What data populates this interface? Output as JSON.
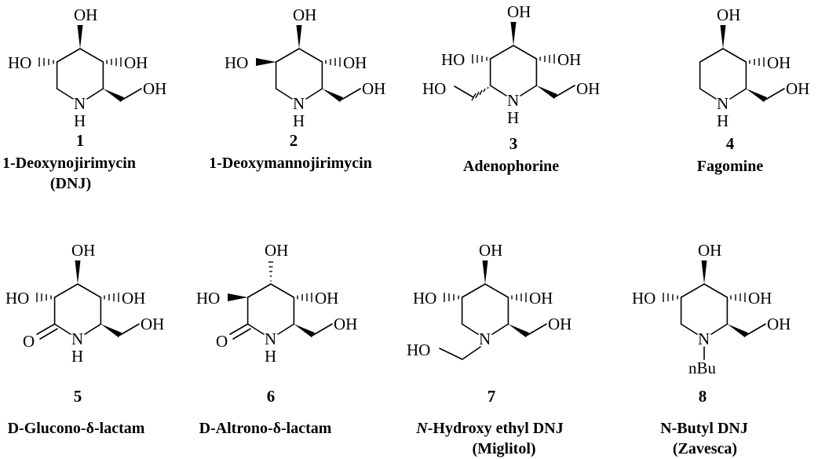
{
  "atoms": {
    "oh": "OH",
    "ho": "HO",
    "n": "N",
    "h": "H",
    "o": "O",
    "nbu": "nBu"
  },
  "compounds": [
    {
      "number": "1",
      "name": "1-Deoxynojirimycin",
      "name2": "(DNJ)"
    },
    {
      "number": "2",
      "name": "1-Deoxymannojirimycin"
    },
    {
      "number": "3",
      "name": "Adenophorine"
    },
    {
      "number": "4",
      "name": "Fagomine"
    },
    {
      "number": "5",
      "name": "D-Glucono-δ-lactam"
    },
    {
      "number": "6",
      "name": "D-Altrono-δ-lactam"
    },
    {
      "number": "7",
      "name_italic": "N",
      "name": "-Hydroxy ethyl DNJ",
      "name2": "(Miglitol)"
    },
    {
      "number": "8",
      "name": "N-Butyl DNJ",
      "name2": "(Zavesca)"
    }
  ]
}
